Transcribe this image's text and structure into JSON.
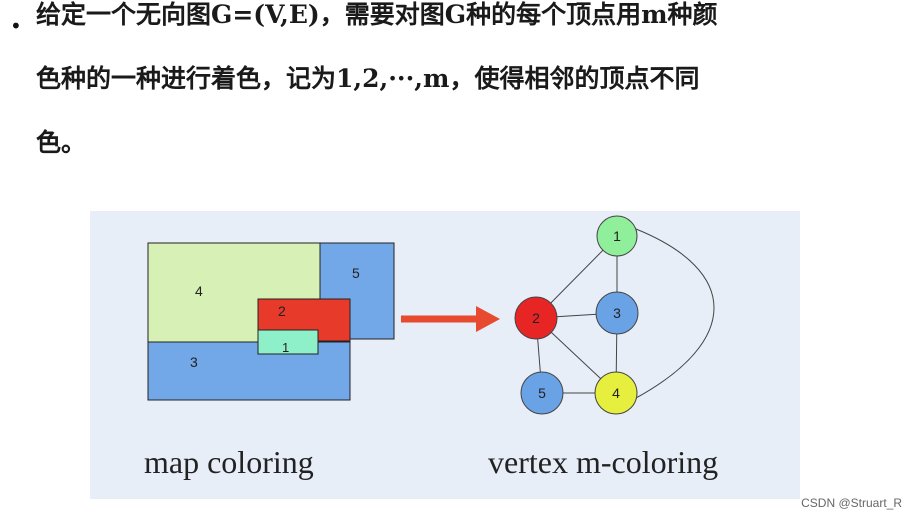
{
  "text": {
    "line1": "给定一个无向图G=(V,E)，需要对图G种的每个顶点用m种颜",
    "line2": "色种的一种进行着色，记为1,2,···,m，使得相邻的顶点不同",
    "line3": "色。"
  },
  "figure": {
    "map": {
      "caption": "map coloring",
      "regions": [
        {
          "label": "4",
          "color": "#d6f0b6"
        },
        {
          "label": "5",
          "color": "#72a8e8"
        },
        {
          "label": "3",
          "color": "#72a8e8"
        },
        {
          "label": "2",
          "color": "#e83a2a"
        },
        {
          "label": "1",
          "color": "#8ef0c8"
        }
      ]
    },
    "graph": {
      "caption": "vertex m-coloring",
      "nodes": [
        {
          "label": "1",
          "color": "#90ef9a"
        },
        {
          "label": "2",
          "color": "#e82525"
        },
        {
          "label": "3",
          "color": "#6aa2e6"
        },
        {
          "label": "4",
          "color": "#e6ee3e"
        },
        {
          "label": "5",
          "color": "#6aa2e6"
        }
      ],
      "edges": [
        [
          "1",
          "2"
        ],
        [
          "1",
          "3"
        ],
        [
          "1",
          "4"
        ],
        [
          "2",
          "3"
        ],
        [
          "2",
          "4"
        ],
        [
          "2",
          "5"
        ],
        [
          "3",
          "4"
        ],
        [
          "4",
          "5"
        ]
      ]
    },
    "arrow_color": "#e74a2e"
  },
  "watermark": "CSDN @Struart_R"
}
